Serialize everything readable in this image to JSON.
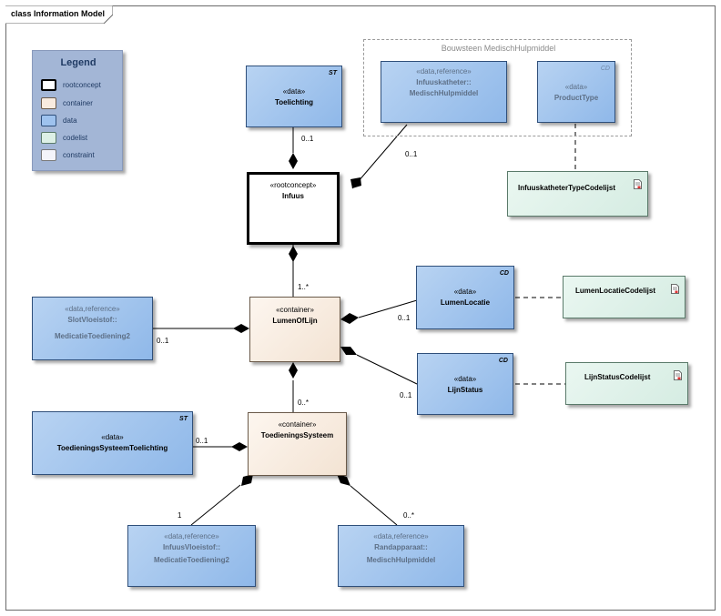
{
  "diagram": {
    "title": "class Information Model"
  },
  "legend": {
    "title": "Legend",
    "items": [
      {
        "label": "rootconcept",
        "color": "#ffffff"
      },
      {
        "label": "container",
        "color": "#f8ebdf"
      },
      {
        "label": "data",
        "color": "#9ec2ee"
      },
      {
        "label": "codelist",
        "color": "#ddf0e6"
      },
      {
        "label": "constraint",
        "color": "#f4f4fa"
      }
    ]
  },
  "package": {
    "title": "Bouwsteen MedischHulpmiddel"
  },
  "nodes": {
    "toelichting": {
      "stereotype": "«data»",
      "name": "Toelichting",
      "tag": "ST"
    },
    "infuuskatheter": {
      "stereotype": "«data,reference»",
      "name1": "Infuuskatheter::",
      "name2": "MedischHulpmiddel"
    },
    "producttype": {
      "stereotype": "«data»",
      "name": "ProductType",
      "tag": "CD"
    },
    "infuuskathetertypecodelijst": {
      "name": "InfuuskatheterTypeCodelijst"
    },
    "infuus": {
      "stereotype": "«rootconcept»",
      "name": "Infuus"
    },
    "lumenoflijn": {
      "stereotype": "«container»",
      "name": "LumenOfLijn"
    },
    "lumenlocatie": {
      "stereotype": "«data»",
      "name": "LumenLocatie",
      "tag": "CD"
    },
    "lumenlocatiecodelijst": {
      "name": "LumenLocatieCodelijst"
    },
    "lijnstatus": {
      "stereotype": "«data»",
      "name": "LijnStatus",
      "tag": "CD"
    },
    "lijnstatuscodelijst": {
      "name": "LijnStatusCodelijst"
    },
    "slotvloeistof": {
      "stereotype": "«data,reference»",
      "name1": "SlotVloeistof::",
      "name2": "MedicatieToediening2"
    },
    "toedieningssysteemtoelichting": {
      "stereotype": "«data»",
      "name": "ToedieningsSysteemToelichting",
      "tag": "ST"
    },
    "toedieningssysteem": {
      "stereotype": "«container»",
      "name": "ToedieningsSysteem"
    },
    "infuusvloeistof": {
      "stereotype": "«data,reference»",
      "name1": "InfuusVloeistof::",
      "name2": "MedicatieToediening2"
    },
    "randapparaat": {
      "stereotype": "«data,reference»",
      "name1": "Randapparaat::",
      "name2": "MedischHulpmiddel"
    }
  },
  "multiplicities": {
    "toelichting": "0..1",
    "infuuskatheter": "0..1",
    "lumenoflijn": "1..*",
    "lumenlocatie": "0..1",
    "lijnstatus": "0..1",
    "slotvloeistof": "0..1",
    "toedieningssysteem": "0..*",
    "toedieningssysteemtoelichting": "0..1",
    "infuusvloeistof": "1",
    "randapparaat": "0..*"
  }
}
